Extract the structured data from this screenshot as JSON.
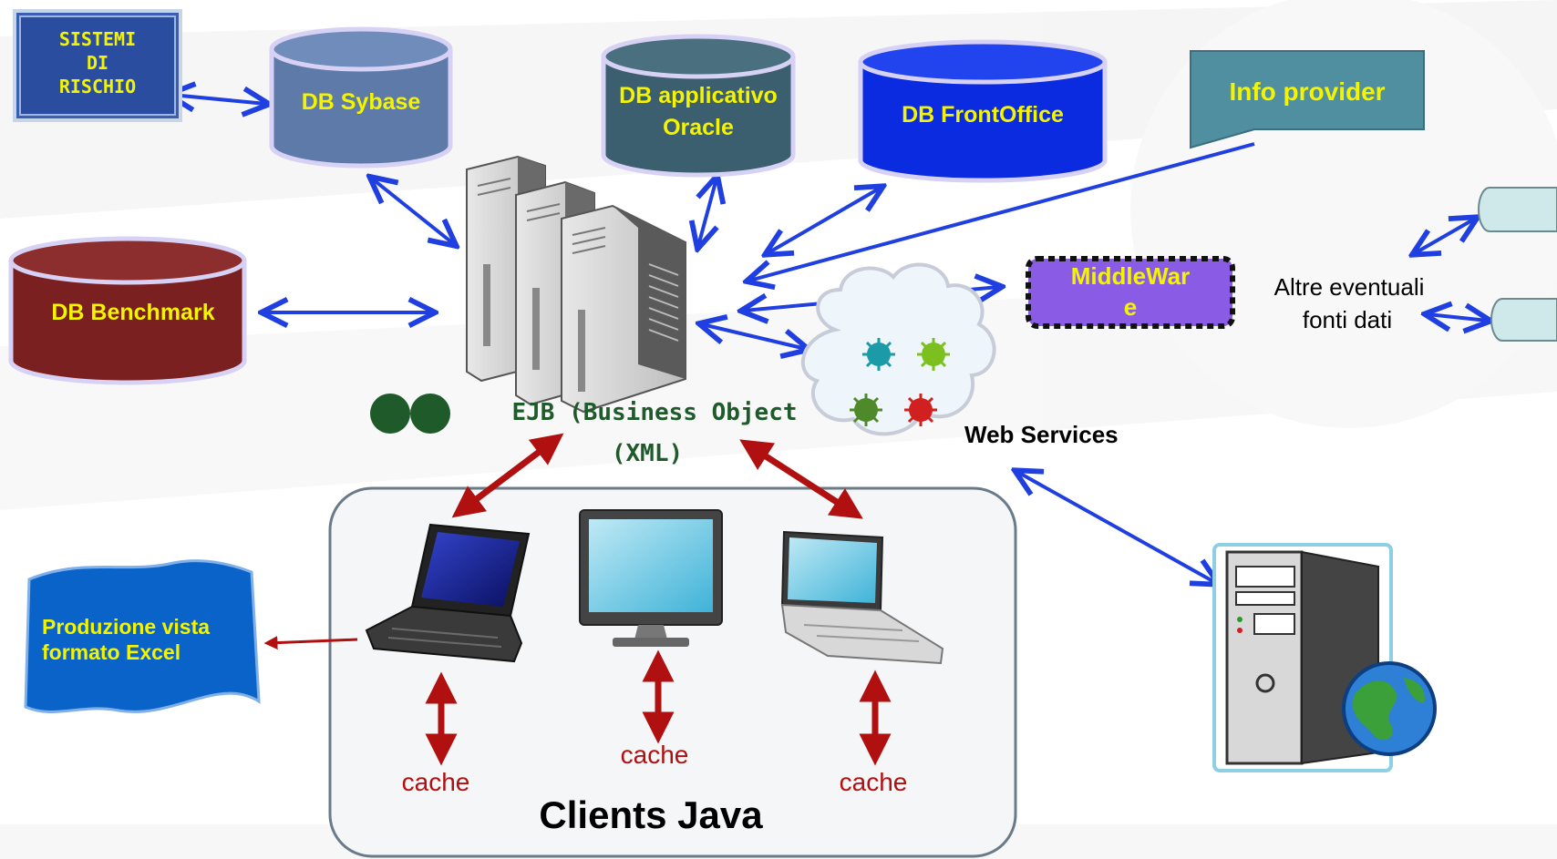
{
  "sistemi": {
    "line1": "SISTEMI",
    "line2": "DI",
    "line3": "RISCHIO"
  },
  "db_sybase": {
    "label": "DB Sybase"
  },
  "db_oracle": {
    "line1": "DB  applicativo",
    "line2": "Oracle"
  },
  "db_frontoffice": {
    "label": "DB FrontOffice"
  },
  "info_provider": {
    "label": "Info provider"
  },
  "db_benchmark": {
    "label": "DB Benchmark"
  },
  "middleware": {
    "line1": "MiddleWar",
    "line2": "e"
  },
  "altre_fonti": {
    "line1": "Altre eventuali",
    "line2": "fonti dati"
  },
  "ejb": {
    "line1": "EJB (Business Object",
    "line2": "(XML)"
  },
  "web_services": {
    "label": "Web Services"
  },
  "excel": {
    "line1": "Produzione vista",
    "line2": "formato  Excel"
  },
  "clients": {
    "title": "Clients Java",
    "cache_left": "cache",
    "cache_center": "cache",
    "cache_right": "cache"
  },
  "colors": {
    "blue_arrow": "#1f3fe0",
    "red_arrow": "#b01010",
    "db_sybase_fill": "#5d7aa8",
    "db_oracle_fill": "#3b5f6e",
    "db_frontoffice_fill": "#0b2be0",
    "db_benchmark_fill": "#7a2020",
    "info_provider_fill": "#4f8fa0",
    "middleware_fill": "#8a5ce6",
    "label_yellow": "#f4f400",
    "ejb_green": "#1e5a2a"
  }
}
